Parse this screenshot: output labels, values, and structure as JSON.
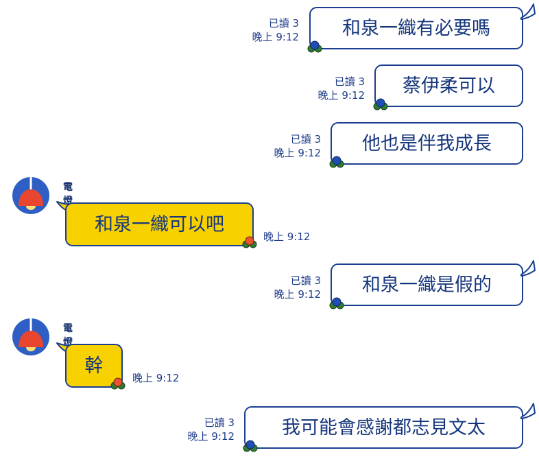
{
  "colors": {
    "outgoing_bubble": "#ffffff",
    "incoming_bubble": "#f7d100",
    "bubble_border": "#1a3f8f",
    "text": "#16367c",
    "avatar_bg": "#2f5fc4",
    "lamp_shade": "#e8462f"
  },
  "messages": [
    {
      "direction": "outgoing",
      "text": "和泉一織有必要嗎",
      "read": "已讀 3",
      "time": "晚上 9:12"
    },
    {
      "direction": "outgoing",
      "text": "蔡伊柔可以",
      "read": "已讀 3",
      "time": "晚上 9:12"
    },
    {
      "direction": "outgoing",
      "text": "他也是伴我成長",
      "read": "已讀 3",
      "time": "晚上 9:12"
    },
    {
      "direction": "incoming",
      "sender": "電燈",
      "avatar_icon": "lamp-icon",
      "text": "和泉一織可以吧",
      "time": "晚上 9:12"
    },
    {
      "direction": "outgoing",
      "text": "和泉一織是假的",
      "read": "已讀 3",
      "time": "晚上 9:12"
    },
    {
      "direction": "incoming",
      "sender": "電燈",
      "avatar_icon": "lamp-icon",
      "text": "幹",
      "time": "晚上 9:12"
    },
    {
      "direction": "outgoing",
      "text": "我可能會感謝都志見文太",
      "read": "已讀 3",
      "time": "晚上 9:12"
    }
  ]
}
